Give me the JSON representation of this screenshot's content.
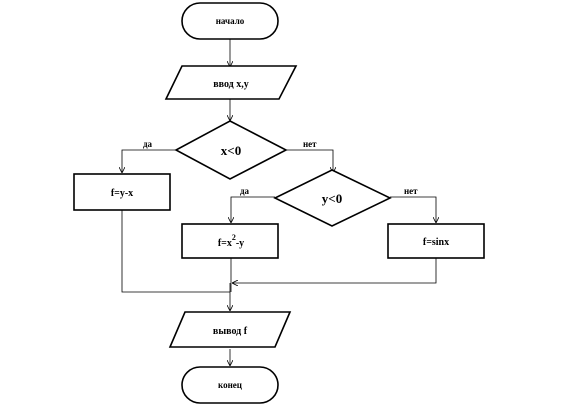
{
  "nodes": {
    "start": "начало",
    "input": "ввод x,y",
    "cond1": "x<0",
    "cond2": "y<0",
    "proc1": "f=y-x",
    "proc2_base": "f=x",
    "proc2_exp": "2",
    "proc2_tail": "-y",
    "proc3": "f=sinx",
    "output": "вывод f",
    "end": "конец"
  },
  "branches": {
    "cond1_yes": "да",
    "cond1_no": "нет",
    "cond2_yes": "да",
    "cond2_no": "нет"
  }
}
